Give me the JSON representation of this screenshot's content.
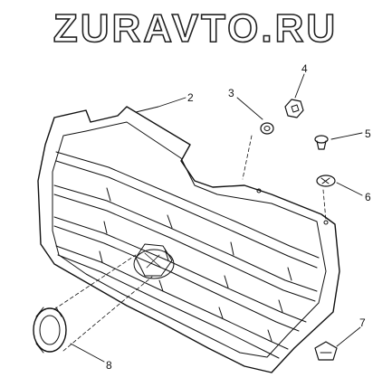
{
  "watermark": {
    "text": "ZURAVTO.RU"
  },
  "callouts": [
    {
      "id": "2",
      "label": "2"
    },
    {
      "id": "3",
      "label": "3"
    },
    {
      "id": "4",
      "label": "4"
    },
    {
      "id": "5",
      "label": "5"
    },
    {
      "id": "6",
      "label": "6"
    },
    {
      "id": "7",
      "label": "7"
    },
    {
      "id": "8",
      "label": "8"
    }
  ]
}
